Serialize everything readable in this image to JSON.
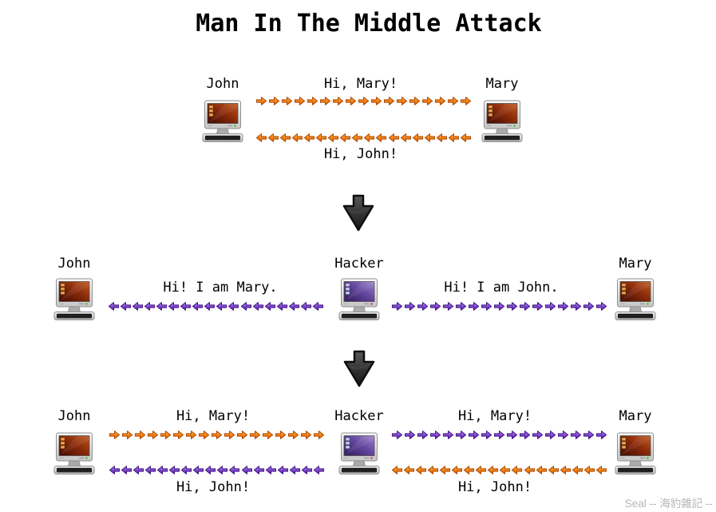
{
  "title": "Man In The Middle Attack",
  "watermark": "Seal -- 海豹雜記 --",
  "arrow_colors": {
    "orange": {
      "light": "#FFC56B",
      "mid": "#F1861C",
      "deep": "#D96505",
      "stroke": "#AF4A00"
    },
    "purple": {
      "light": "#BC9EEE",
      "mid": "#8650D2",
      "deep": "#5A1DA6",
      "stroke": "#431687"
    }
  },
  "down_arrow": {
    "light": "#585858",
    "dark": "#141414",
    "stroke": "#0d0d0d"
  },
  "computer_styles": {
    "user": {
      "screen_dark": "#3F0A00",
      "screen_mid": "#8C2B0B",
      "screen_light": "#C25A1E",
      "folder": "#E0A64B",
      "indicator": "#4FC41A"
    },
    "hacker": {
      "screen_dark": "#2E1A58",
      "screen_mid": "#64479F",
      "screen_light": "#9C86CC",
      "folder": "#C3CBE8",
      "indicator": "#E13C8E"
    }
  },
  "s1": {
    "john": "John",
    "mary": "Mary",
    "msg_right": "Hi, Mary!",
    "msg_left": "Hi, John!",
    "flow_right": {
      "direction": "right",
      "color": "orange",
      "count": 17
    },
    "flow_left": {
      "direction": "left",
      "color": "orange",
      "count": 18
    }
  },
  "s2": {
    "john": "John",
    "hacker": "Hacker",
    "mary": "Mary",
    "msg_to_john": "Hi! I am Mary.",
    "msg_to_mary": "Hi! I am John.",
    "flow_to_john": {
      "direction": "left",
      "color": "purple",
      "count": 18
    },
    "flow_to_mary": {
      "direction": "right",
      "color": "purple",
      "count": 17
    }
  },
  "s3": {
    "john": "John",
    "hacker": "Hacker",
    "mary": "Mary",
    "left_msg_top": "Hi, Mary!",
    "left_msg_bottom": "Hi, John!",
    "right_msg_top": "Hi, Mary!",
    "right_msg_bottom": "Hi, John!",
    "left_flow_top": {
      "direction": "right",
      "color": "orange",
      "count": 17
    },
    "left_flow_bottom": {
      "direction": "left",
      "color": "purple",
      "count": 18
    },
    "right_flow_top": {
      "direction": "right",
      "color": "purple",
      "count": 17
    },
    "right_flow_bottom": {
      "direction": "left",
      "color": "orange",
      "count": 18
    }
  }
}
